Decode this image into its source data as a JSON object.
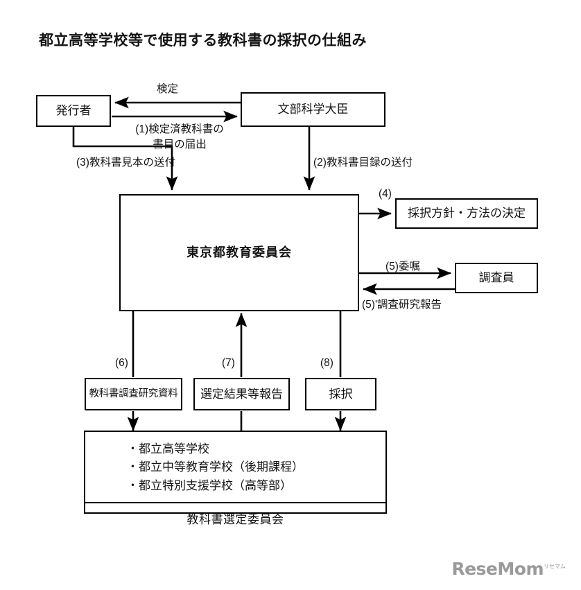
{
  "title": "都立高等学校等で使用する教科書の採択の仕組み",
  "nodes": {
    "publisher": "発行者",
    "minister": "文部科学大臣",
    "tokyo_board": "東京都教育委員会",
    "policy_decision": "採択方針・方法の決定",
    "investigator": "調査員",
    "research_material": "教科書調査研究資料",
    "selection_report": "選定結果等報告",
    "adoption": "採択",
    "schools": [
      "・都立高等学校",
      "・都立中等教育学校（後期課程）",
      "・都立特別支援学校（高等部）"
    ],
    "selection_committee": "教科書選定委員会"
  },
  "edges": {
    "certification": "検定",
    "step1_line1": "(1)検定済教科書の",
    "step1_line2": "書目の届出",
    "step2": "(2)教科書目録の送付",
    "step3": "(3)教科書見本の送付",
    "step4": "(4)",
    "step5": "(5)委嘱",
    "step5_prime": "(5)'調査研究報告",
    "step6": "(6)",
    "step7": "(7)",
    "step8": "(8)"
  },
  "watermark": {
    "brand": "ReseMom",
    "tm": "リセマム"
  },
  "colors": {
    "stroke": "#000000",
    "text": "#141414",
    "background": "#ffffff",
    "watermark": "#9a9a9a"
  }
}
